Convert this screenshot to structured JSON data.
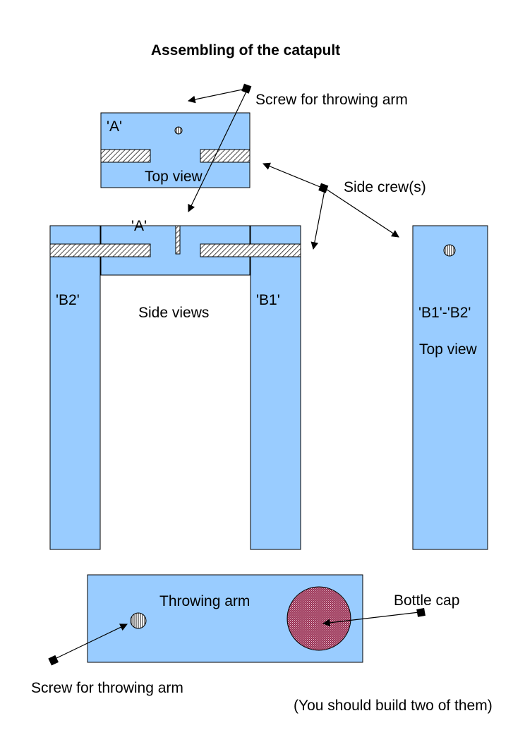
{
  "title": "Assembling of the catapult",
  "labels": {
    "screw_top": "Screw for throwing arm",
    "part_a_top": "'A'",
    "top_view_a": "Top view",
    "side_crews": "Side crew(s)",
    "part_a_side": "'A'",
    "b2": "'B2'",
    "b1": "'B1'",
    "side_views": "Side views",
    "b1_b2": "'B1'-'B2'",
    "top_view_b": "Top view",
    "throwing_arm": "Throwing arm",
    "bottle_cap": "Bottle cap",
    "screw_bottom": "Screw for throwing arm",
    "note": "(You should build two of them)"
  },
  "colors": {
    "part_fill": "#99ccff",
    "outline": "#000000",
    "cap_fill": "#993355",
    "hatch": "#1a1a1a"
  }
}
